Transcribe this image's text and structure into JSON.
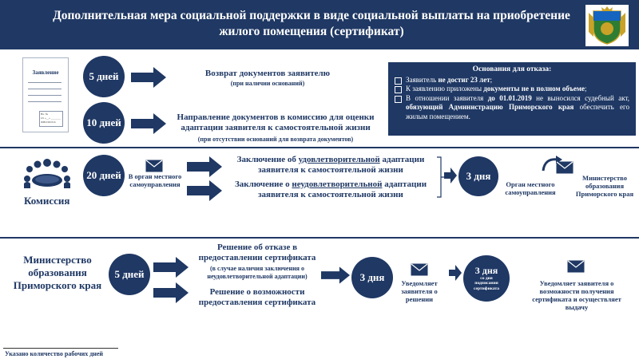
{
  "header": {
    "title": "Дополнительная мера социальной поддержки в виде социальной выплаты на приобретение жилого помещения (сертификат)"
  },
  "document_icon": {
    "title": "Заявление",
    "stamp_lines": [
      "Вх. №",
      "От «__» _______",
      "ФИО/Ф.И.О."
    ]
  },
  "section1": {
    "step1": {
      "days": "5 дней",
      "text": "Возврат документов заявителю",
      "note": "(при наличии оснований)"
    },
    "step2": {
      "days": "10 дней",
      "text": "Направление документов в комиссию для оценки адаптации заявителя к самостоятельной жизни",
      "note": "(при отсутствии оснований для возврата документов)"
    }
  },
  "reasons": {
    "title": "Основания для отказа:",
    "item1_pre": "Заявитель ",
    "item1_bold": "не достиг 23 лет",
    "item1_post": ";",
    "item2_pre": "К заявлению приложены ",
    "item2_bold": "документы не в полном объеме",
    "item2_post": ";",
    "item3_pre": "В отношении заявителя ",
    "item3_bold1": "до 01.01.2019",
    "item3_mid": " не выносился судебный акт, ",
    "item3_bold2": "обязующий Администрацию Приморского края",
    "item3_post": " обеспечить его жилым помещением."
  },
  "section2": {
    "commission_label": "Комиссия",
    "days": "20 дней",
    "envelope_text": "В орган местного самоуправления",
    "conclusion1_pre": "Заключение об ",
    "conclusion1_u": "удовлетворительной",
    "conclusion1_post": " адаптации заявителя к самостоятельной жизни",
    "conclusion2_pre": "Заключение о ",
    "conclusion2_u": "неудовлетворительной",
    "conclusion2_post": " адаптации заявителя к самостоятельной жизни",
    "days2": "3 дня",
    "recipient1": "Орган местного самоуправления",
    "recipient2": "Министерство образования Приморского края"
  },
  "section3": {
    "ministry_label": "Министерство образования Приморского края",
    "days": "5 дней",
    "decision1": "Решение об отказе в предоставлении сертификата",
    "decision1_note": "(в случае наличия заключения о неудовлетворительной адаптации)",
    "decision2": "Решение о возможности предоставления сертификата",
    "days2": "3 дня",
    "notify1": "Уведомляет заявителя о решении",
    "days3": "3 дня",
    "days3_note": "со дня подписания сертификата",
    "notify2": "Уведомляет заявителя о возможности получения сертификата и осуществляет выдачу"
  },
  "footnote": "Указано количество рабочих дней"
}
